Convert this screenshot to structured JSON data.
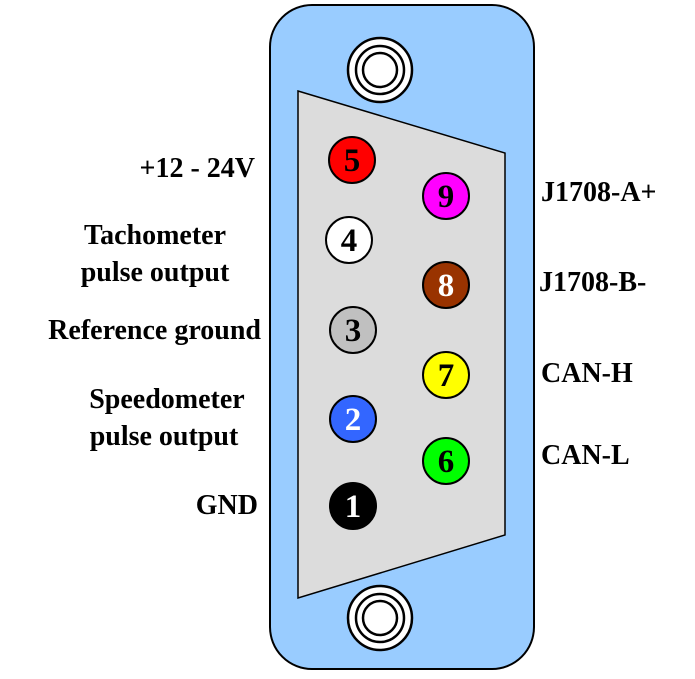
{
  "colors": {
    "housing_fill": "#99ccff",
    "housing_stroke": "#000000",
    "insert_fill": "#dcdcdc",
    "screw_fill": "#ffffff"
  },
  "left_labels": [
    {
      "id": "power",
      "lines": [
        "+12 - 24V"
      ]
    },
    {
      "id": "tacho",
      "lines": [
        "Tachometer",
        "pulse output"
      ]
    },
    {
      "id": "refgnd",
      "lines": [
        "Reference ground"
      ]
    },
    {
      "id": "speedo",
      "lines": [
        "Speedometer",
        "pulse output"
      ]
    },
    {
      "id": "gnd",
      "lines": [
        "GND"
      ]
    }
  ],
  "right_labels": [
    {
      "id": "j1708a",
      "text": "J1708-A+"
    },
    {
      "id": "j1708b",
      "text": "J1708-B-"
    },
    {
      "id": "canh",
      "text": "CAN-H"
    },
    {
      "id": "canl",
      "text": "CAN-L"
    }
  ],
  "pins": [
    {
      "number": "5",
      "color": "#ff0000",
      "text_color": "#000000"
    },
    {
      "number": "4",
      "color": "#ffffff",
      "text_color": "#000000"
    },
    {
      "number": "3",
      "color": "#c0c0c0",
      "text_color": "#000000"
    },
    {
      "number": "2",
      "color": "#3366ff",
      "text_color": "#ffffff"
    },
    {
      "number": "1",
      "color": "#000000",
      "text_color": "#ffffff"
    },
    {
      "number": "9",
      "color": "#ff00ff",
      "text_color": "#000000"
    },
    {
      "number": "8",
      "color": "#993300",
      "text_color": "#ffffff"
    },
    {
      "number": "7",
      "color": "#ffff00",
      "text_color": "#000000"
    },
    {
      "number": "6",
      "color": "#00ff00",
      "text_color": "#000000"
    }
  ]
}
